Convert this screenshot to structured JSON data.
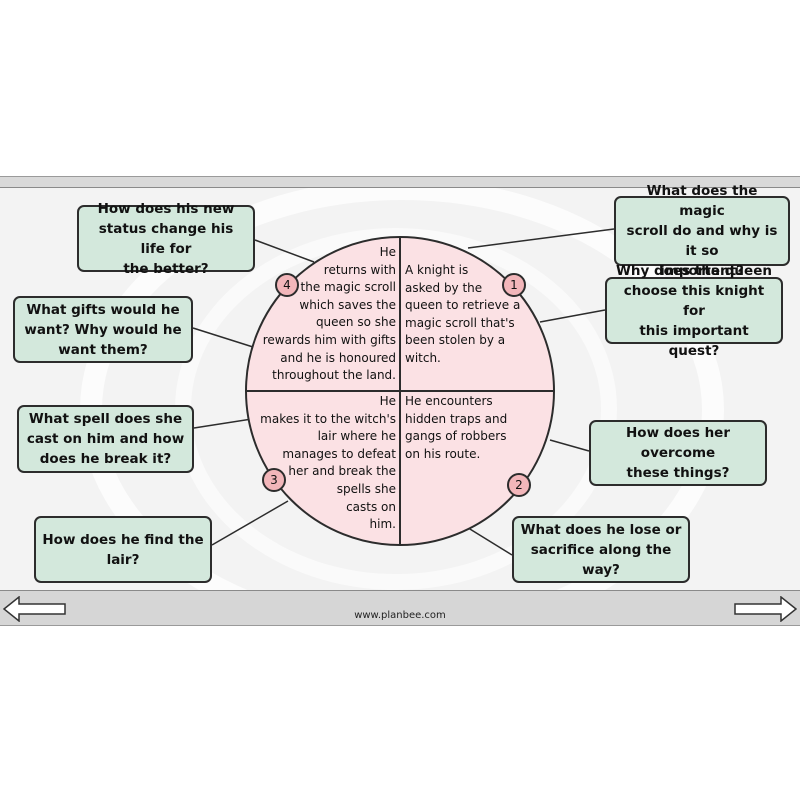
{
  "footer": {
    "url": "www.planbee.com"
  },
  "navigation": {
    "prev_icon": "left-arrow-icon",
    "next_icon": "right-arrow-icon"
  },
  "colors": {
    "question_box": "#d3e8dc",
    "circle_fill": "#fbe1e4",
    "badge_fill": "#f2b6ba",
    "border": "#2c2c2c"
  },
  "diagram": {
    "quadrants": [
      {
        "number": "1",
        "text": "A knight is\nasked by the\nqueen to retrieve a\nmagic scroll that's\nbeen stolen by a\nwitch."
      },
      {
        "number": "2",
        "text": "He encounters\nhidden traps and\ngangs of robbers\non his route."
      },
      {
        "number": "3",
        "text": "He\nmakes it to the witch's\nlair where he\nmanages to defeat\nher and break the\nspells she\ncasts on\nhim."
      },
      {
        "number": "4",
        "text": "He\nreturns with\nthe magic scroll\nwhich saves the\nqueen so she\nrewards him with gifts\nand he is honoured\nthroughout the land."
      }
    ],
    "questions": [
      {
        "text": "What does the magic\nscroll do and why is it so\nimportant?"
      },
      {
        "text": "Why does the queen\nchoose this knight for\nthis important quest?"
      },
      {
        "text": "How does her overcome\nthese things?"
      },
      {
        "text": "What does he lose or\nsacrifice along the way?"
      },
      {
        "text": "How does he find the\nlair?"
      },
      {
        "text": "What spell does she\ncast on him and how\ndoes he break it?"
      },
      {
        "text": "What gifts would he\nwant? Why would he\nwant them?"
      },
      {
        "text": "How does his new\nstatus change his life for\nthe better?"
      }
    ]
  }
}
